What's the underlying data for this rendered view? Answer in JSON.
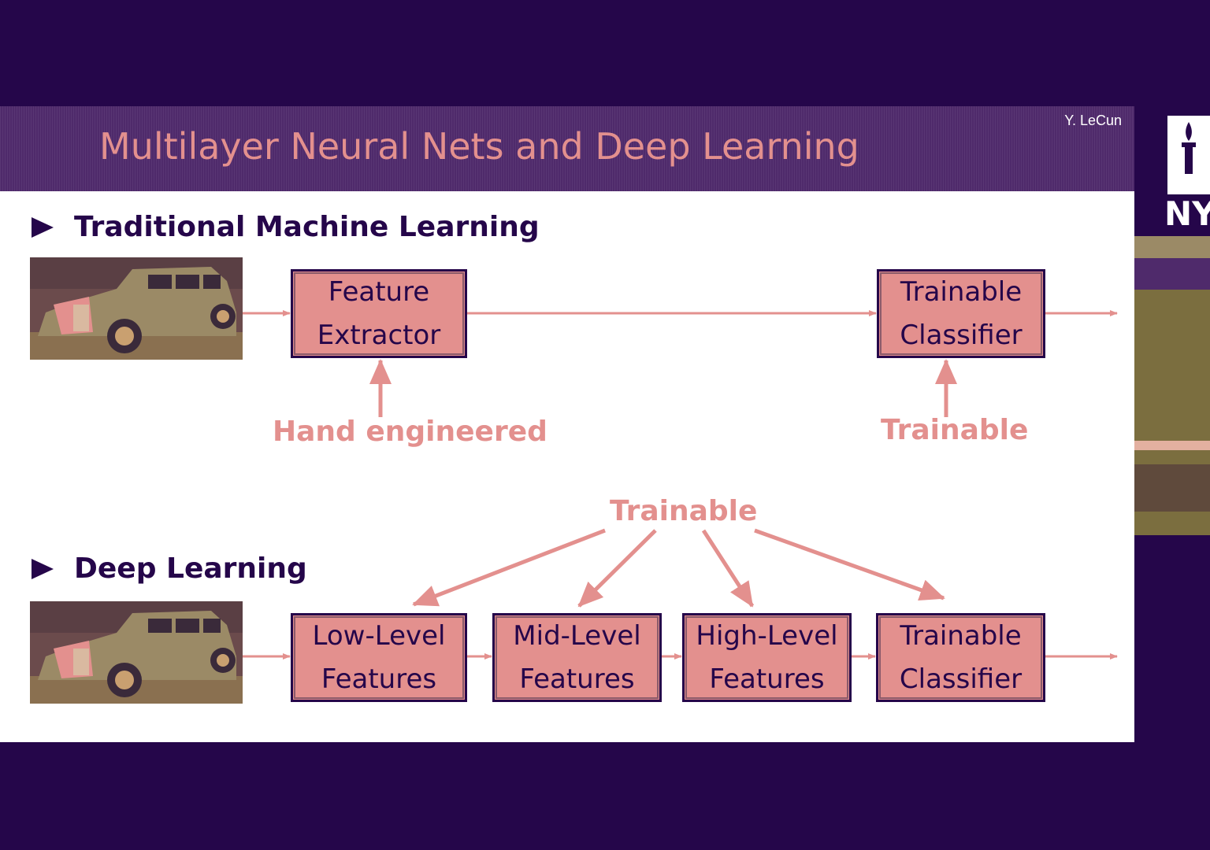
{
  "slide": {
    "title": "Multilayer Neural Nets and Deep Learning",
    "author": "Y. LeCun"
  },
  "logo": {
    "text": "NY"
  },
  "traditional": {
    "heading": "Traditional Machine Learning",
    "feature_extractor": [
      "Feature",
      "Extractor"
    ],
    "classifier": [
      "Trainable",
      "Classifier"
    ],
    "label_hand": "Hand engineered",
    "label_trainable": "Trainable"
  },
  "deep": {
    "heading": "Deep Learning",
    "trainable_label": "Trainable",
    "stages": [
      {
        "line1": "Low-Level",
        "line2": "Features"
      },
      {
        "line1": "Mid-Level",
        "line2": "Features"
      },
      {
        "line1": "High-Level",
        "line2": "Features"
      },
      {
        "line1": "Trainable",
        "line2": "Classifier"
      }
    ]
  },
  "colors": {
    "background": "#25064a",
    "accent": "#e3908e",
    "text_dark": "#25064a"
  }
}
